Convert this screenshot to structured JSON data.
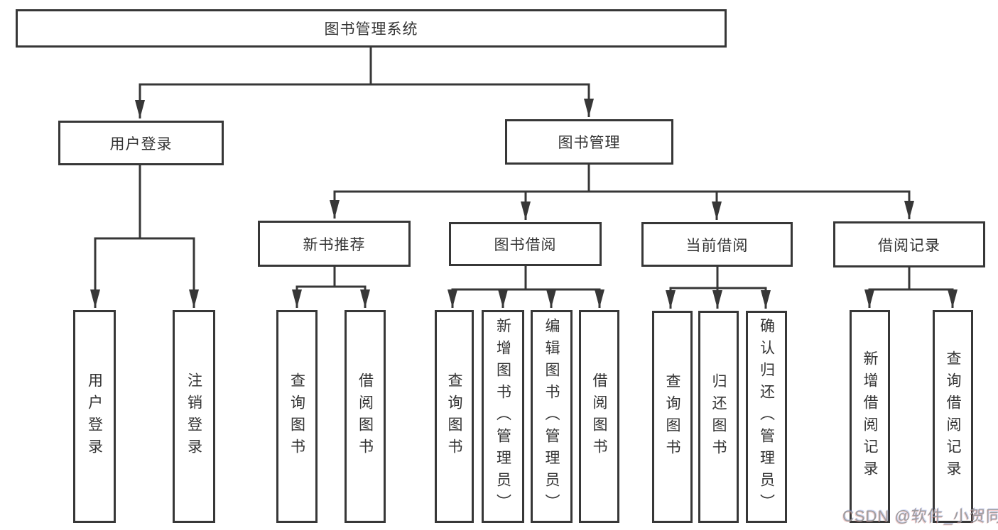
{
  "diagram_title": "图书管理系统",
  "tree": {
    "root": {
      "label": "图书管理系统"
    },
    "branches": [
      {
        "label": "用户登录",
        "children": [
          {
            "label": "用户登录"
          },
          {
            "label": "注销登录"
          }
        ]
      },
      {
        "label": "图书管理",
        "sections": [
          {
            "label": "新书推荐",
            "children": [
              {
                "label": "查询图书"
              },
              {
                "label": "借阅图书"
              }
            ]
          },
          {
            "label": "图书借阅",
            "children": [
              {
                "label": "查询图书"
              },
              {
                "label": "新增图书（管理员）"
              },
              {
                "label": "编辑图书（管理员）"
              },
              {
                "label": "借阅图书"
              }
            ]
          },
          {
            "label": "当前借阅",
            "children": [
              {
                "label": "查询图书"
              },
              {
                "label": "归还图书"
              },
              {
                "label": "确认归还（管理员）"
              }
            ]
          },
          {
            "label": "借阅记录",
            "children": [
              {
                "label": "新增借阅记录"
              },
              {
                "label": "查询借阅记录"
              }
            ]
          }
        ]
      }
    ]
  },
  "watermark": {
    "text": "CSDN @软件_小贺同学",
    "color": "#989898"
  },
  "colors": {
    "line": "#373737",
    "text": "#333333",
    "background": "#ffffff"
  }
}
